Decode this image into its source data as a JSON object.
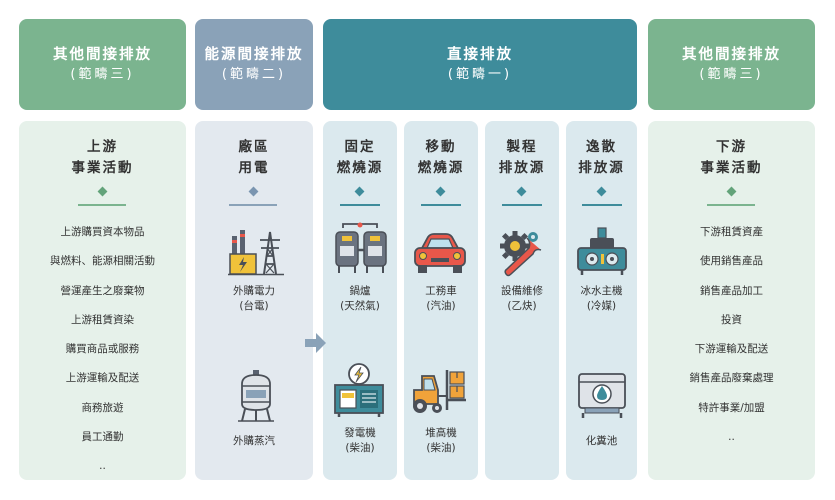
{
  "headers": {
    "scope3_up": {
      "title": "其他間接排放",
      "sub": "(範疇三)"
    },
    "scope2": {
      "title": "能源間接排放",
      "sub": "(範疇二)"
    },
    "scope1": {
      "title": "直接排放",
      "sub": "(範疇一)"
    },
    "scope3_down": {
      "title": "其他間接排放",
      "sub": "(範疇三)"
    }
  },
  "upstream": {
    "title_line1": "上游",
    "title_line2": "事業活動",
    "items": [
      "上游購買資本物品",
      "與燃料、能源相關活動",
      "營運產生之廢棄物",
      "上游租賃資染",
      "購買商品或服務",
      "上游運輸及配送",
      "商務旅遊",
      "員工通勤",
      ".."
    ]
  },
  "plant_power": {
    "title_line1": "廠區",
    "title_line2": "用電",
    "item1": {
      "label1": "外購電力",
      "label2": "(台電)",
      "icon": "power-plant-icon"
    },
    "item2": {
      "label1": "外購蒸汽",
      "icon": "steam-tank-icon"
    }
  },
  "stationary": {
    "title_line1": "固定",
    "title_line2": "燃燒源",
    "item1": {
      "label1": "鍋爐",
      "label2": "(天然氣)",
      "icon": "boiler-icon"
    },
    "item2": {
      "label1": "發電機",
      "label2": "(柴油)",
      "icon": "generator-icon"
    }
  },
  "mobile": {
    "title_line1": "移動",
    "title_line2": "燃燒源",
    "item1": {
      "label1": "工務車",
      "label2": "(汽油)",
      "icon": "car-icon"
    },
    "item2": {
      "label1": "堆高機",
      "label2": "(柴油)",
      "icon": "forklift-icon"
    }
  },
  "process": {
    "title_line1": "製程",
    "title_line2": "排放源",
    "item1": {
      "label1": "設備維修",
      "label2": "(乙炔)",
      "icon": "gear-wrench-icon"
    }
  },
  "fugitive": {
    "title_line1": "逸散",
    "title_line2": "排放源",
    "item1": {
      "label1": "冰水主機",
      "label2": "(冷媒)",
      "icon": "chiller-icon"
    },
    "item2": {
      "label1": "化糞池",
      "icon": "septic-tank-icon"
    }
  },
  "downstream": {
    "title_line1": "下游",
    "title_line2": "事業活動",
    "items": [
      "下游租賃資產",
      "使用銷售產品",
      "銷售產品加工",
      "投資",
      "下游運輸及配送",
      "銷售產品廢棄處理",
      "特許事業/加盟",
      ".."
    ]
  },
  "colors": {
    "green": "#7bb48f",
    "blue": "#8aa2b8",
    "teal": "#3e8c9b",
    "red": "#e8574a",
    "orange": "#f0a33a"
  }
}
